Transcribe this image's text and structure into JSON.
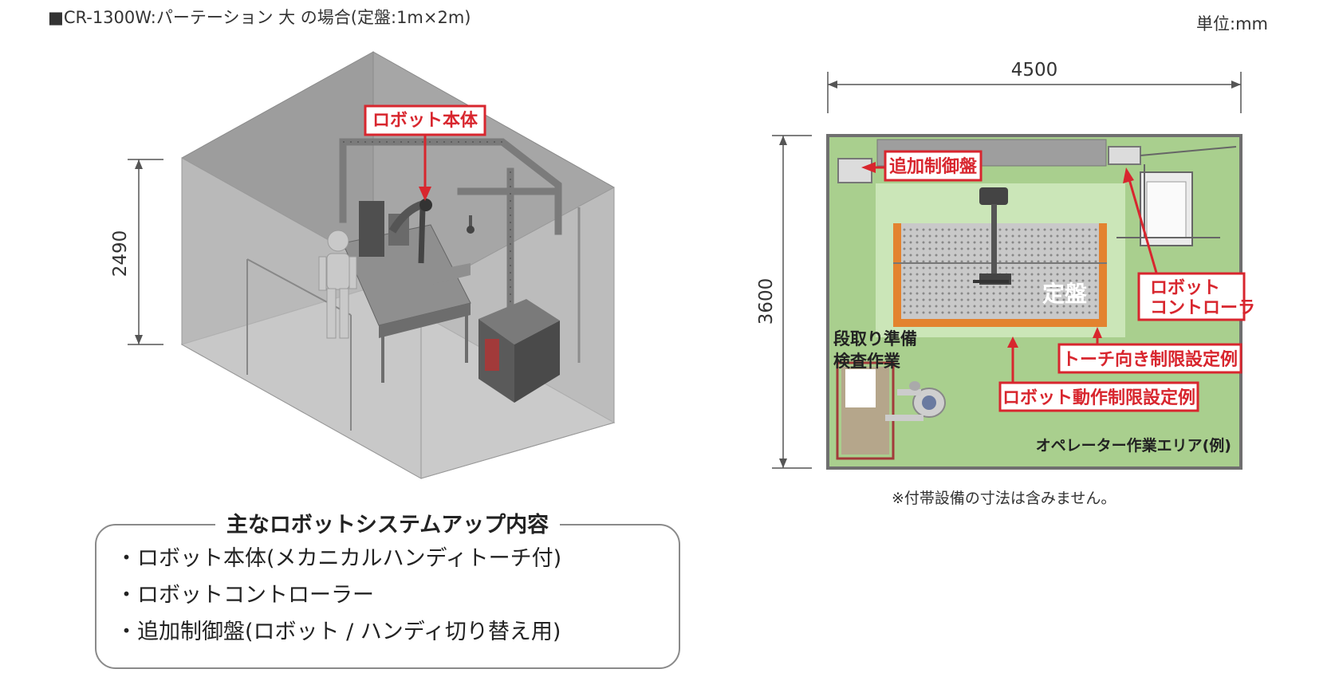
{
  "header": {
    "title": "■CR-1300W:パーテーション 大 の場合(定盤:1m×2m)",
    "unit": "単位:mm"
  },
  "iso_view": {
    "height_dim": "2490",
    "callout_robot": "ロボット本体"
  },
  "plan_view": {
    "width_dim": "4500",
    "depth_dim": "3600",
    "table_label": "定盤",
    "callout_control_panel": "追加制御盤",
    "callout_controller_line1": "ロボット",
    "callout_controller_line2": "コントローラ",
    "callout_torch_limit": "トーチ向き制限設定例",
    "callout_motion_limit": "ロボット動作制限設定例",
    "prep_line1": "段取り準備",
    "prep_line2": "検査作業",
    "operator_area": "オペレーター作業エリア(例)",
    "note": "※付帯設備の寸法は含みません。"
  },
  "summary": {
    "title": "主なロボットシステムアップ内容",
    "items": [
      "・ロボット本体(メカニカルハンディトーチ付)",
      "・ロボットコントローラー",
      "・追加制御盤(ロボット / ハンディ切り替え用)"
    ]
  },
  "colors": {
    "callout_red": "#d8262e",
    "floor_green": "#a9cf8e",
    "table_orange": "#e3832f",
    "booth_gray": "#a6a6a6"
  }
}
